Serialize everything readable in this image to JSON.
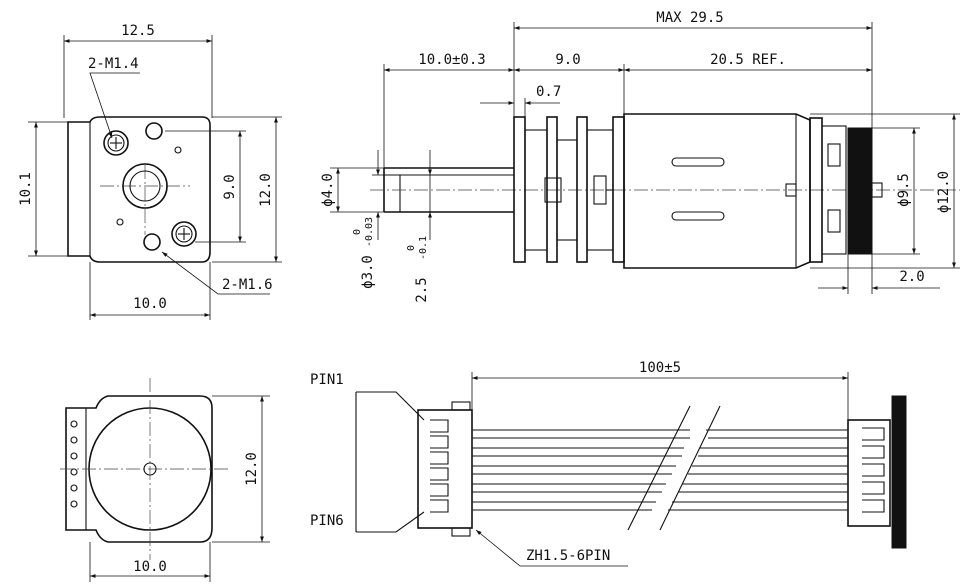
{
  "front_view": {
    "width_top": "12.5",
    "hole_top": "2-M1.4",
    "height_left": "10.1",
    "hole_spacing_v": "9.0",
    "height_right": "12.0",
    "hole_bottom": "2-M1.6",
    "width_bottom": "10.0"
  },
  "side_view": {
    "overall": "MAX 29.5",
    "shaft_length": "10.0±0.3",
    "gearbox_length": "9.0",
    "motor_length": "20.5 REF.",
    "plate_thickness": "0.7",
    "shaft_dia": "ϕ4.0",
    "shaft_d_flat": "ϕ3.0",
    "shaft_d_tol_upper": "0",
    "shaft_d_tol_lower": "-0.03",
    "flat_depth": "2.5",
    "flat_tol_upper": "0",
    "flat_tol_lower": "-0.1",
    "back_dia": "ϕ9.5",
    "body_dia": "ϕ12.0",
    "back_cap_length": "2.0"
  },
  "rear_view": {
    "height": "12.0",
    "width": "10.0"
  },
  "cable_view": {
    "pin_first": "PIN1",
    "pin_last": "PIN6",
    "length": "100±5",
    "connector": "ZH1.5-6PIN"
  }
}
